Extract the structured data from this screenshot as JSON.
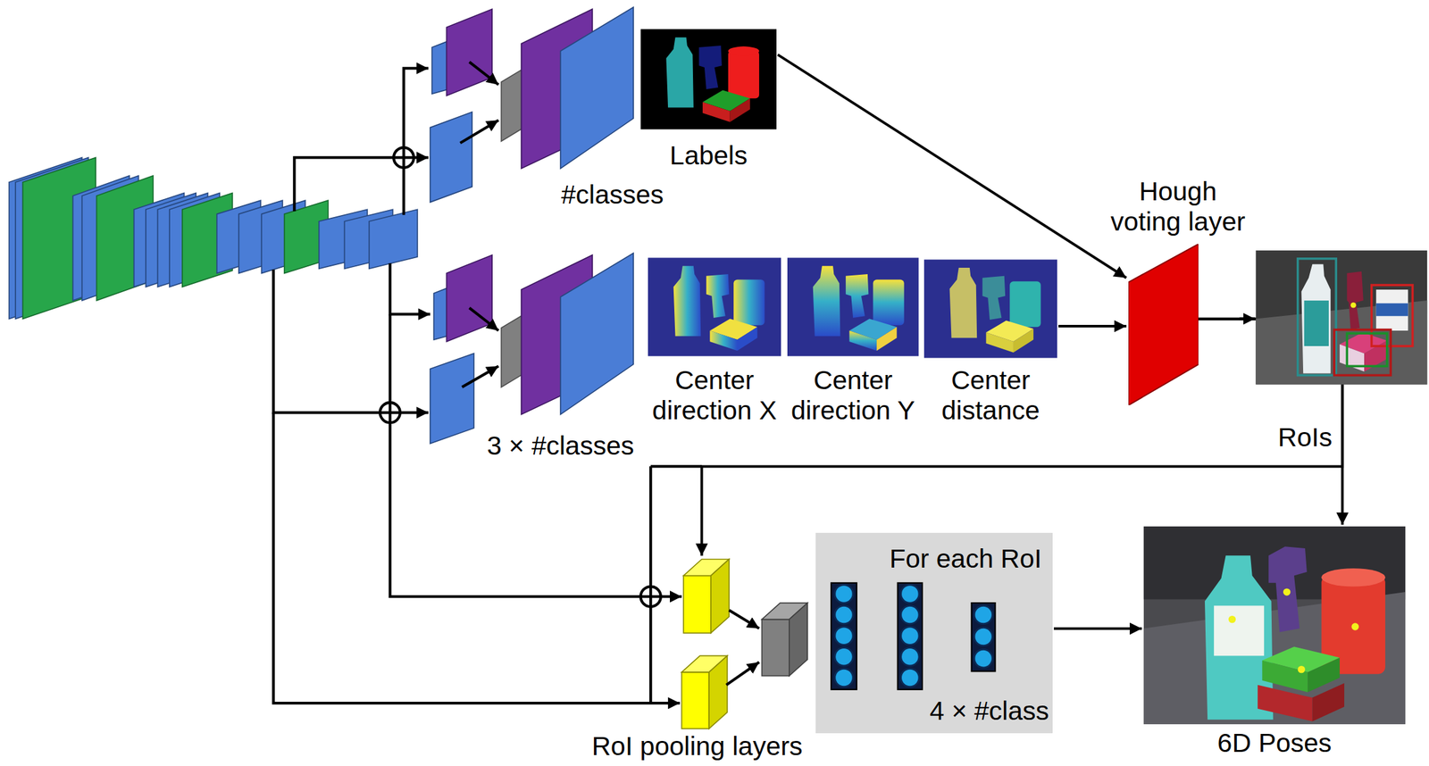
{
  "diagram": {
    "nodes": [
      {
        "text": [
          "#classes"
        ]
      },
      {
        "text": [
          "Labels"
        ]
      },
      {
        "text": [
          "Hough voting layer"
        ]
      },
      {
        "text": [
          "3 × #classes"
        ]
      },
      {
        "text": [
          "Center direction X"
        ]
      },
      {
        "text": [
          "Center direction Y"
        ]
      },
      {
        "text": [
          "Center distance"
        ]
      },
      {
        "text": [
          "RoI pooling layers"
        ]
      },
      {
        "text": [
          "For each RoI",
          "4 × #class"
        ]
      },
      {
        "text": [
          "6D Poses"
        ]
      }
    ],
    "edges": [
      {
        "from": 1,
        "to": 2,
        "arrow": "to"
      },
      {
        "from": 6,
        "to": 2,
        "arrow": "to"
      },
      {
        "from": 2,
        "to": 9,
        "label": "RoIs",
        "arrow": "to"
      },
      {
        "from": 2,
        "to": 7,
        "arrow": "to"
      },
      {
        "from": 8,
        "to": 9,
        "arrow": "to"
      }
    ]
  }
}
